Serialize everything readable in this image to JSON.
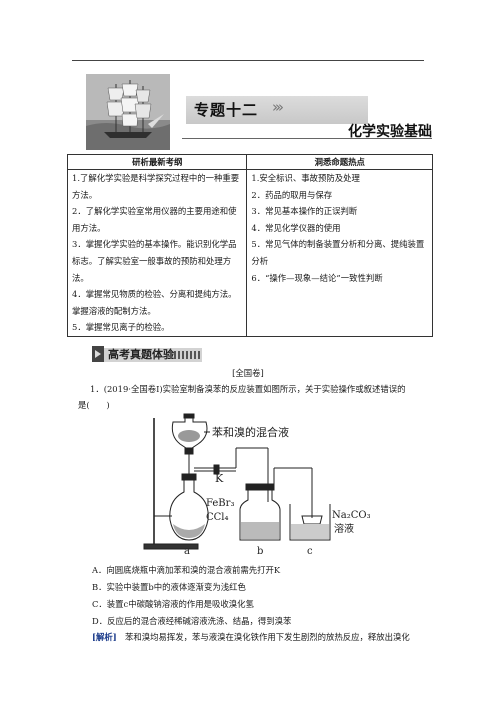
{
  "header": {
    "topic_title": "专题十二",
    "subtitle": "化学实验基础"
  },
  "table": {
    "col_left_header": "研析最新考纲",
    "col_right_header": "洞悉命题热点",
    "left_items": [
      "1.了解化学实验是科学探究过程中的一种重要方法。",
      "2．了解化学实验室常用仪器的主要用途和使用方法。",
      "3．掌握化学实验的基本操作。能识别化学品标志。了解实验室一般事故的预防和处理方法。",
      "4．掌握常见物质的检验、分离和提纯方法。掌握溶液的配制方法。",
      "5．掌握常见离子的检验。"
    ],
    "right_items": [
      "1.安全标识、事故预防及处理",
      "2．药品的取用与保存",
      "3．常见基本操作的正误判断",
      "4．常见化学仪器的使用",
      "5．常见气体的制备装置分析和分离、提纯装置分析",
      "6．“操作—现象—结论”一致性判断"
    ]
  },
  "section": {
    "title": "高考真题体验"
  },
  "question": {
    "exam_tag": "[全国卷]",
    "stem_line1": "1．(2019·全国卷Ⅰ)实验室制备溴苯的反应装置如图所示，关于实验操作或叙述错误的",
    "stem_line2": "是(　　)",
    "figure": {
      "label_mix": "苯和溴的混合液",
      "label_k": "K",
      "label_febr3": "FeBr₃",
      "label_ccl4": "CCl₄",
      "label_na2co3": "Na₂CO₃",
      "label_solution": "溶液",
      "label_a": "a",
      "label_b": "b",
      "label_c": "c"
    },
    "options": [
      "A．向圆底烧瓶中滴加苯和溴的混合液前需先打开K",
      "B．实验中装置b中的液体逐渐变为浅红色",
      "C．装置c中碳酸钠溶液的作用是吸收溴化氢",
      "D．反应后的混合液经稀碱溶液洗涤、结晶，得到溴苯"
    ],
    "analysis_tag": "[解析]",
    "analysis_text": "　苯和溴均易挥发，苯与液溴在溴化铁作用下发生剧烈的放热反应，释放出溴化"
  }
}
